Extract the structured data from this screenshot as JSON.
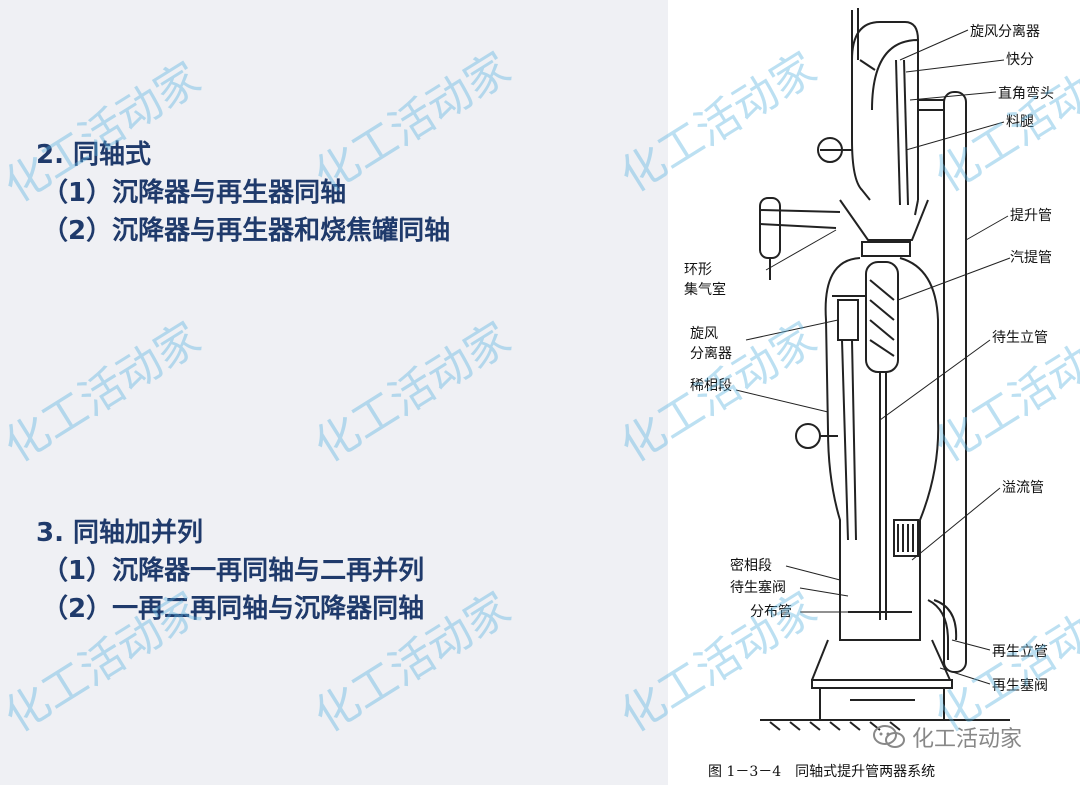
{
  "section1": {
    "heading": "2. 同轴式",
    "items": [
      "（1）沉降器与再生器同轴",
      "（2）沉降器与再生器和烧焦罐同轴"
    ]
  },
  "section2": {
    "heading": "3. 同轴加并列",
    "items": [
      "（1）沉降器一再同轴与二再并列",
      "（2）一再二再同轴与沉降器同轴"
    ]
  },
  "diagram": {
    "labels": {
      "cyclone_top": "旋风分离器",
      "quick_sep": "快分",
      "elbow": "直角弯头",
      "dipleg": "料腿",
      "riser": "提升管",
      "stripper": "汽提管",
      "spent_standpipe": "待生立管",
      "overflow": "溢流管",
      "regen_standpipe": "再生立管",
      "regen_valve": "再生塞阀",
      "plenum_1": "环形",
      "plenum_2": "集气室",
      "cyclone_low_1": "旋风",
      "cyclone_low_2": "分离器",
      "dilute": "稀相段",
      "dense": "密相段",
      "spent_valve": "待生塞阀",
      "distributor": "分布管"
    },
    "caption": "图 1－3－4　同轴式提升管两器系统"
  },
  "watermark": {
    "text": "化工活动家"
  },
  "brand": {
    "text": "化工活动家"
  },
  "colors": {
    "heading": "#1f3a6b",
    "watermark": "#60b6e0",
    "panel": "#eff0f4"
  }
}
